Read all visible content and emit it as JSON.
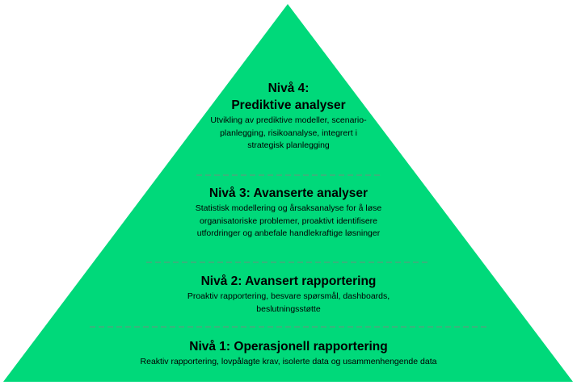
{
  "colors": {
    "pyramid_fill": "#00d97a",
    "divider": "#6e8f7d",
    "text": "#000000"
  },
  "levels": [
    {
      "title_line1": "Nivå 4:",
      "title_line2": "Prediktive analyser",
      "description": "Utvikling av prediktive modeller, scenario-planlegging, risikoanalyse, integrert i strategisk planlegging"
    },
    {
      "title": "Nivå 3: Avanserte analyser",
      "description": "Statistisk modellering og årsaksanalyse for å løse organisatoriske problemer, proaktivt identifisere utfordringer og anbefale handlekraftige løsninger"
    },
    {
      "title": "Nivå 2: Avansert rapportering",
      "description": "Proaktiv rapportering, besvare spørsmål, dashboards, beslutningsstøtte"
    },
    {
      "title": "Nivå 1: Operasjonell rapportering",
      "description": "Reaktiv rapportering, lovpålagte krav, isolerte data og usammenhengende data"
    }
  ]
}
